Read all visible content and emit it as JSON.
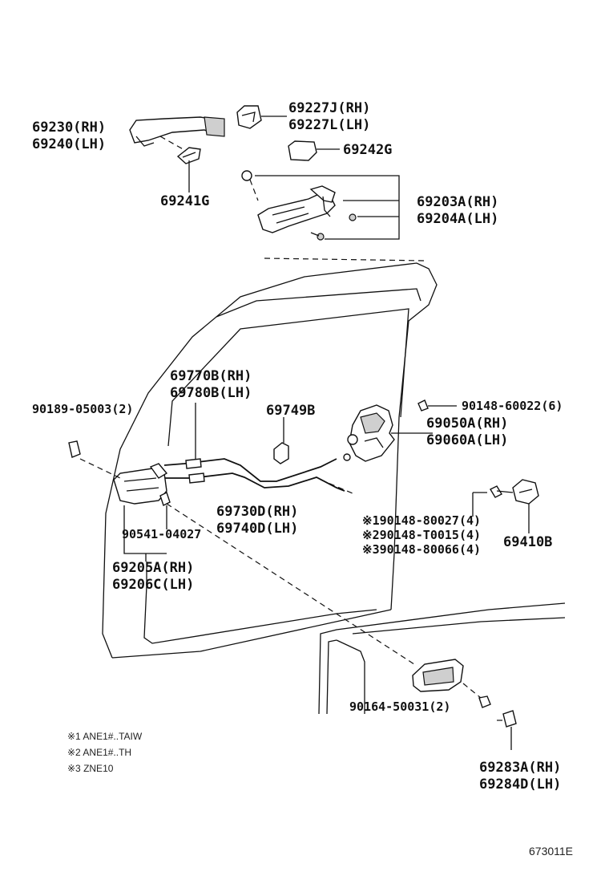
{
  "labels": {
    "p69230": "69230(RH)",
    "p69240": "69240(LH)",
    "p69227J": "69227J(RH)",
    "p69227L": "69227L(LH)",
    "p69242G": "69242G",
    "p69241G": "69241G",
    "p69203A": "69203A(RH)",
    "p69204A": "69204A(LH)",
    "p69770B": "69770B(RH)",
    "p69780B": "69780B(LH)",
    "p90189": "90189-05003(2)",
    "p69749B": "69749B",
    "p90148_60022": "90148-60022(6)",
    "p69050A": "69050A(RH)",
    "p69060A": "69060A(LH)",
    "p69730D": "69730D(RH)",
    "p69740D": "69740D(LH)",
    "p90541": "90541-04027",
    "p90148_80027": "※190148-80027(4)",
    "p90148_T0015": "※290148-T0015(4)",
    "p90148_80066": "※390148-80066(4)",
    "p69410B": "69410B",
    "p69205A": "69205A(RH)",
    "p69206C": "69206C(LH)",
    "p90164": "90164-50031(2)",
    "p69283A": "69283A(RH)",
    "p69284D": "69284D(LH)"
  },
  "notes": [
    "※1  ANE1#..TAIW",
    "※2  ANE1#..TH",
    "※3  ZNE10"
  ],
  "figure_id": "673011E"
}
